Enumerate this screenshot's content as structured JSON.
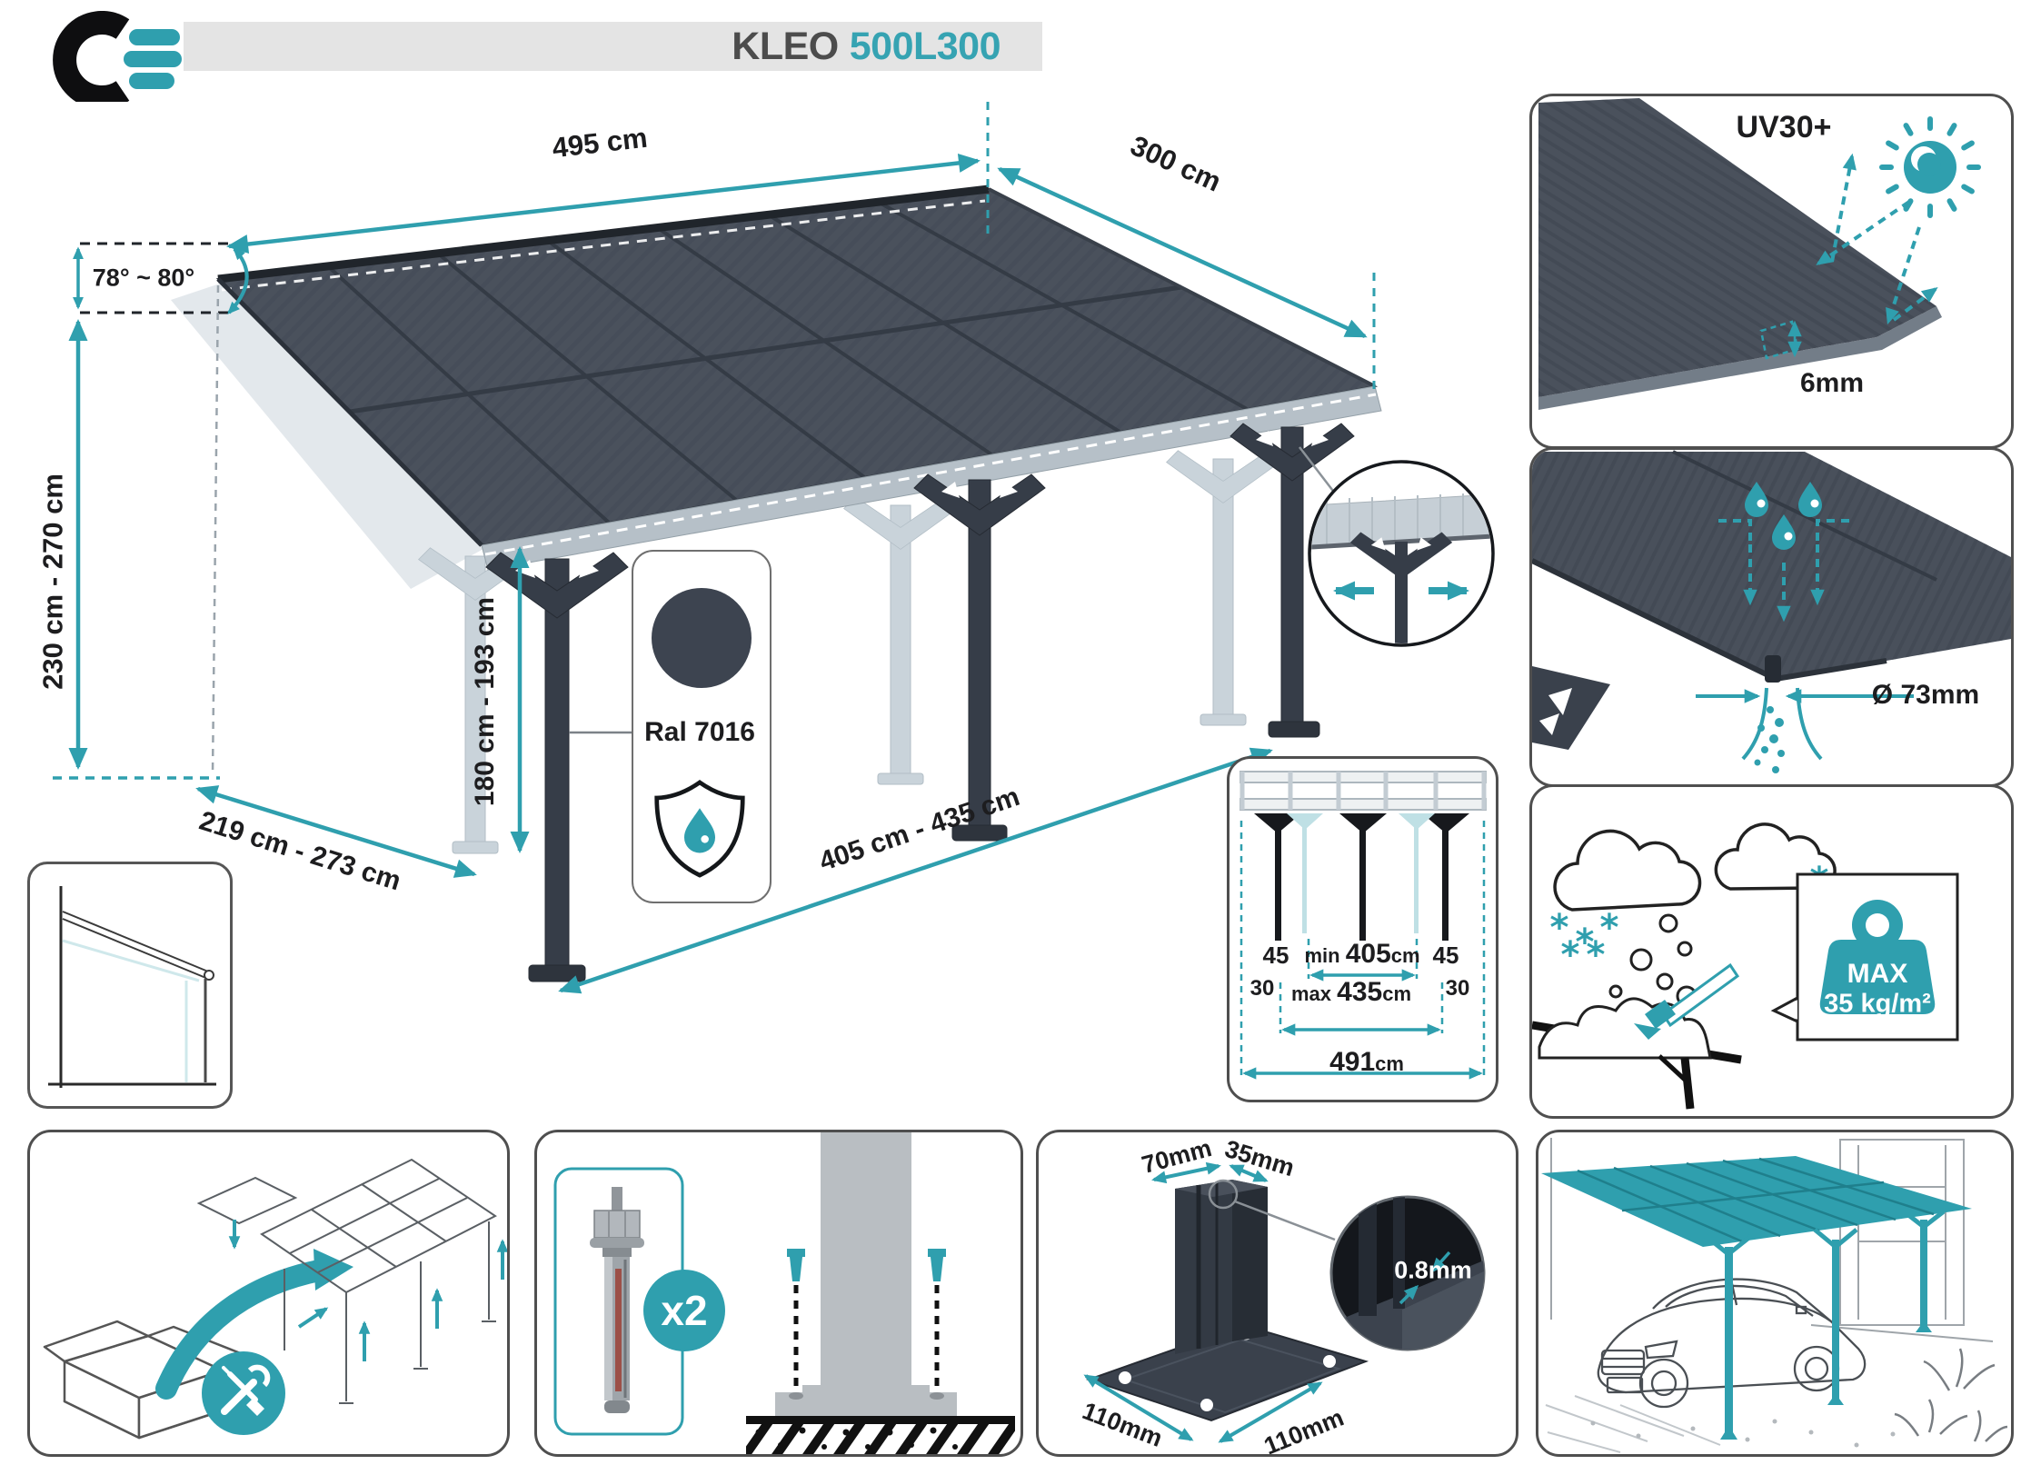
{
  "colors": {
    "accent": "#2f9fae",
    "ral_7016": "#3d4450",
    "header_gray": "#e4e4e4"
  },
  "header": {
    "title": "KLEO",
    "model": "500L300"
  },
  "main": {
    "width_top": "495 cm",
    "depth_top": "300 cm",
    "roof_angle": "78° ~ 80°",
    "wall_height": "230 cm - 270 cm",
    "post_height": "180 cm - 193 cm",
    "side_depth": "219 cm - 273 cm",
    "post_spacing": "405 cm - 435 cm",
    "ral_label": "Ral 7016"
  },
  "uv_panel": {
    "rating": "UV30+",
    "thickness": "6mm"
  },
  "drain_panel": {
    "gutter_diameter": "Ø 73mm"
  },
  "spacing_panel": {
    "left_overhang": "45",
    "min_prefix": "min",
    "min_value": "405",
    "min_unit": "cm",
    "right_overhang": "45",
    "left_offset": "30",
    "max_prefix": "max",
    "max_value": "435",
    "max_unit": "cm",
    "right_offset": "30",
    "total_value": "491",
    "total_unit": "cm"
  },
  "snow_panel": {
    "max_label": "MAX",
    "max_load": "35 kg/m²"
  },
  "anchor_panel": {
    "quantity": "x2"
  },
  "post_panel": {
    "profile_width": "70mm",
    "profile_depth": "35mm",
    "base_width": "110mm",
    "base_depth": "110mm",
    "wall_thickness": "0.8mm"
  }
}
